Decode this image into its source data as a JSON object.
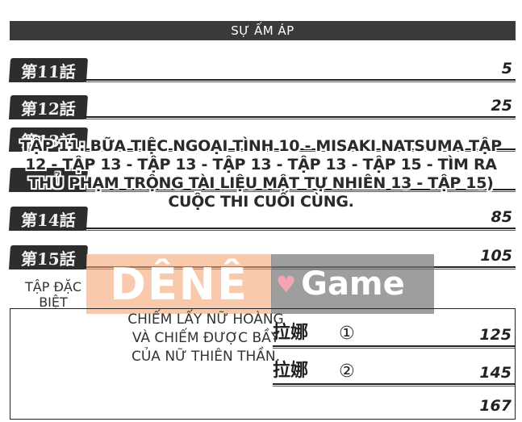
{
  "header": {
    "title": "SỰ ẤM ÁP"
  },
  "chapters": [
    {
      "label": "第11話",
      "page": "5"
    },
    {
      "label": "第12話",
      "page": "25"
    },
    {
      "label": "第13話",
      "page": ""
    },
    {
      "label": "",
      "page": ""
    },
    {
      "label": "第14話",
      "page": "85"
    },
    {
      "label": "第15話",
      "page": "105"
    }
  ],
  "overlay": {
    "line1": "TẬP 11: BỮA TIỆC NGOẠI TÌNH 10 - MISAKI NATSUMA TẬP",
    "line2": "12 - TẬP 13 - TẬP 13 - TẬP 13 - TẬP 13 - TẬP 15 - TÌM RA",
    "line3": "THỦ PHẠM TRỘNG TÀI LIỆU MẬT TỰ NHIÊN 13 - TẬP 15)",
    "line4": "CUỘC THI CUỐI CÙNG."
  },
  "watermark": {
    "left_text": "DÊNÊ",
    "right_text": "Game",
    "heart_icon": "heart-icon"
  },
  "special": {
    "label": "TẬP ĐẶC BIỆT",
    "text": "Chiếm lấy nữ hoàng và chiếm được bầy của nữ thiên thần.",
    "text_display": "CHIẾM LẤY NỮ HOÀNG VÀ CHIẾM ĐƯỢC BẦY CỦA NỮ THIÊN THẦN.",
    "rows": [
      {
        "kanji": "拉娜",
        "num": "①",
        "page": "125"
      },
      {
        "kanji": "拉娜",
        "num": "②",
        "page": "145"
      },
      {
        "kanji": "",
        "num": "",
        "page": "167"
      }
    ]
  }
}
